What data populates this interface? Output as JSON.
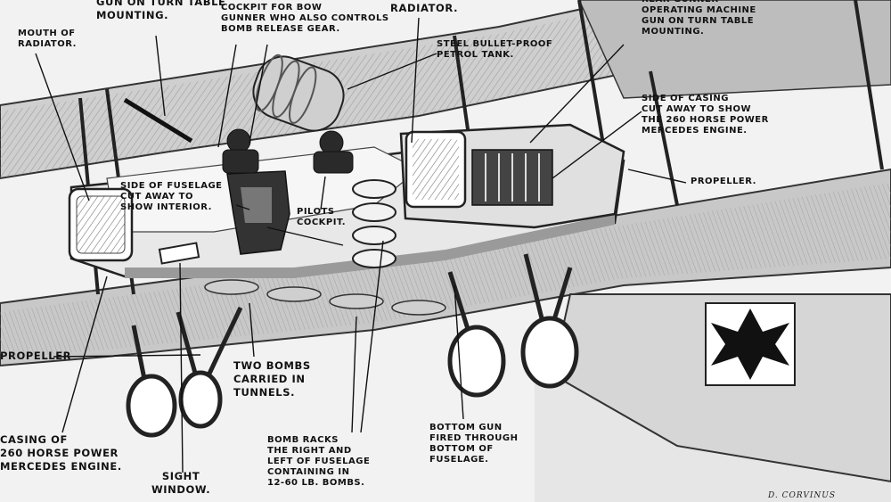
{
  "labels": {
    "gun_turn_table": "GUN ON TURN TABLE\nMOUNTING.",
    "cockpit_bow": "COCKPIT FOR BOW\nGUNNER WHO ALSO CONTROLS\nBOMB RELEASE GEAR.",
    "radiator_top": "RADIATOR.",
    "rear_gunner": "REAR GUNNER\nOPERATING MACHINE\nGUN ON TURN TABLE\nMOUNTING.",
    "mouth_radiator": "MOUTH OF\nRADIATOR.",
    "petrol_tank": "STEEL BULLET-PROOF\nPETROL TANK.",
    "side_casing": "SIDE OF CASING\nCUT AWAY TO SHOW\nTHE 260 HORSE POWER\nMERCEDES ENGINE.",
    "propeller_right": "PROPELLER.",
    "side_fuselage": "SIDE OF FUSELAGE\nCUT AWAY TO\nSHOW INTERIOR.",
    "pilots_cockpit": "PILOTS\nCOCKPIT.",
    "propeller_left": "PROPELLER",
    "two_bombs": "TWO BOMBS\nCARRIED IN\nTUNNELS.",
    "casing_left": "CASING OF\n260 HORSE POWER\nMERCEDES ENGINE.",
    "bomb_racks": "BOMB RACKS\nTHE RIGHT AND\nLEFT OF FUSELAGE\nCONTAINING IN\n12-60 LB. BOMBS.",
    "bottom_gun": "BOTTOM GUN\nFIRED THROUGH\nBOTTOM OF\nFUSELAGE.",
    "sight_window": "SIGHT\nWINDOW.",
    "signature": "D. CORVINUS"
  }
}
